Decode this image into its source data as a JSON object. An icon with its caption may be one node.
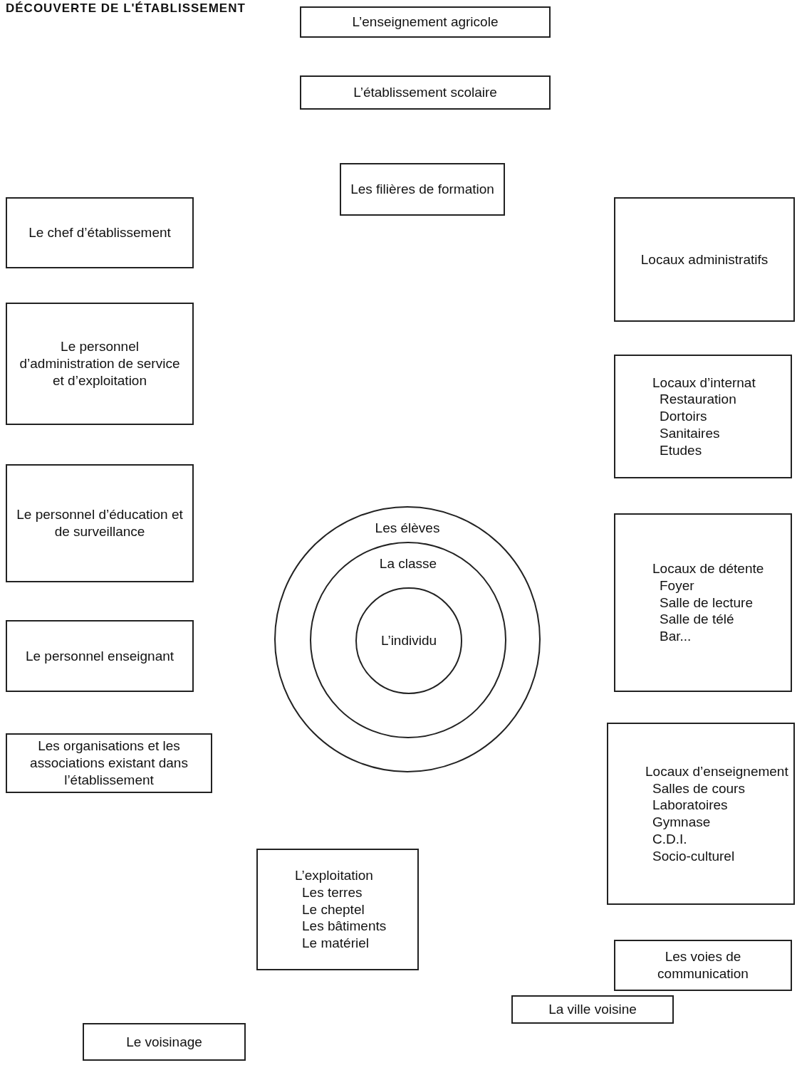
{
  "diagram": {
    "title": "DÉCOUVERTE DE L'ÉTABLISSEMENT",
    "nodes": [
      {
        "text": [
          "L’enseignement agricole"
        ]
      },
      {
        "text": [
          "L’établissement scolaire"
        ]
      },
      {
        "text": [
          "Les filières de formation"
        ]
      },
      {
        "text": [
          "Le chef d’établissement"
        ]
      },
      {
        "text": [
          "Le personnel d’administration de service et d’exploitation"
        ]
      },
      {
        "text": [
          "Le personnel d’éducation et de surveillance"
        ]
      },
      {
        "text": [
          "Le personnel enseignant"
        ]
      },
      {
        "text": [
          "Les organisations et les associations existant dans l’établissement"
        ]
      },
      {
        "text": [
          "Locaux administratifs"
        ]
      },
      {
        "text": [
          "Locaux d’internat",
          "Restauration",
          "Dortoirs",
          "Sanitaires",
          "Etudes"
        ]
      },
      {
        "text": [
          "Les élèves"
        ]
      },
      {
        "text": [
          "La classe"
        ],
        "in": 10
      },
      {
        "text": [
          "L’individu"
        ],
        "in": 11
      },
      {
        "text": [
          "Locaux de détente",
          "Foyer",
          "Salle de lecture",
          "Salle de télé",
          "Bar..."
        ]
      },
      {
        "text": [
          "Locaux d’enseignement",
          "Salles de cours",
          "Laboratoires",
          "Gymnase",
          "C.D.I.",
          "Socio-culturel"
        ]
      },
      {
        "text": [
          "L’exploitation",
          "Les terres",
          "Le cheptel",
          "Les bâtiments",
          "Le matériel"
        ]
      },
      {
        "text": [
          "Les voies de communication"
        ]
      },
      {
        "text": [
          "La ville voisine"
        ]
      },
      {
        "text": [
          "Le voisinage"
        ]
      }
    ]
  }
}
